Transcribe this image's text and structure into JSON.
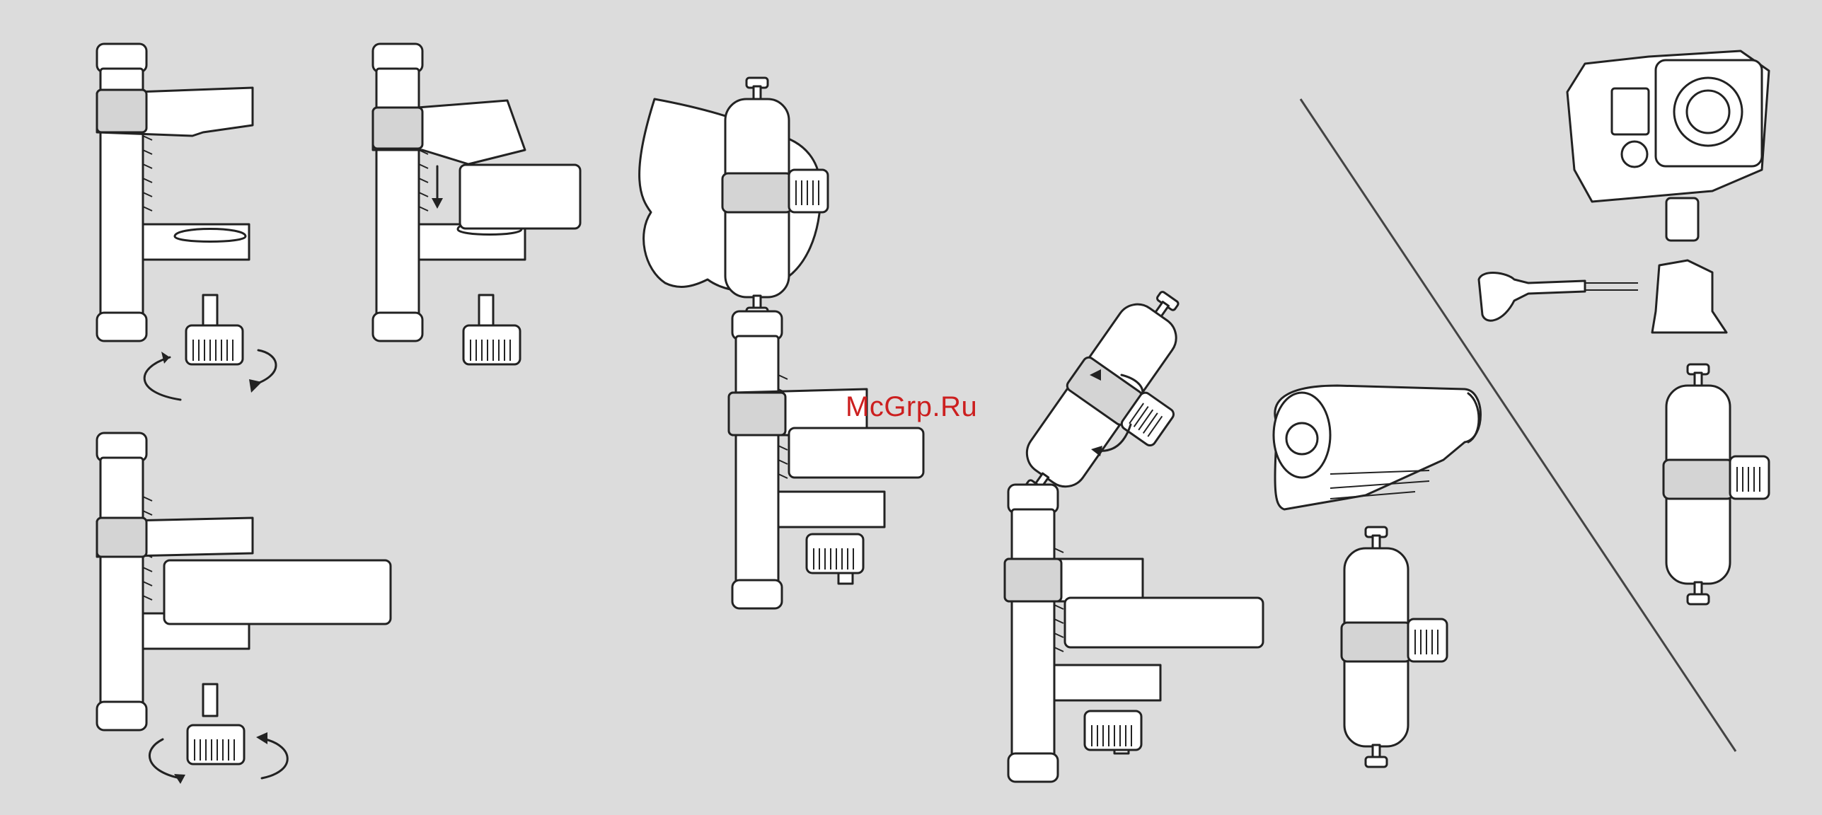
{
  "watermark": {
    "text": "McGrp.Ru",
    "color": "#cc1f1f"
  },
  "colors": {
    "background": "#dcdcdc",
    "line": "#222222",
    "fill": "#ffffff",
    "band": "#d4d4d4"
  },
  "steps": [
    {
      "name": "step-open-clamp"
    },
    {
      "name": "step-insert-bar"
    },
    {
      "name": "step-tighten-clamp"
    },
    {
      "name": "step-attach-arm"
    },
    {
      "name": "step-adjust-angle"
    },
    {
      "name": "step-mount-camera"
    },
    {
      "name": "step-mount-action-cam"
    }
  ],
  "icons": [
    "clamp-icon",
    "rotate-arrow-icon",
    "down-arrow-icon",
    "hand-icon",
    "mount-arm-icon",
    "action-camera-icon",
    "bullet-camera-icon",
    "thumbscrew-icon",
    "adapter-icon"
  ]
}
